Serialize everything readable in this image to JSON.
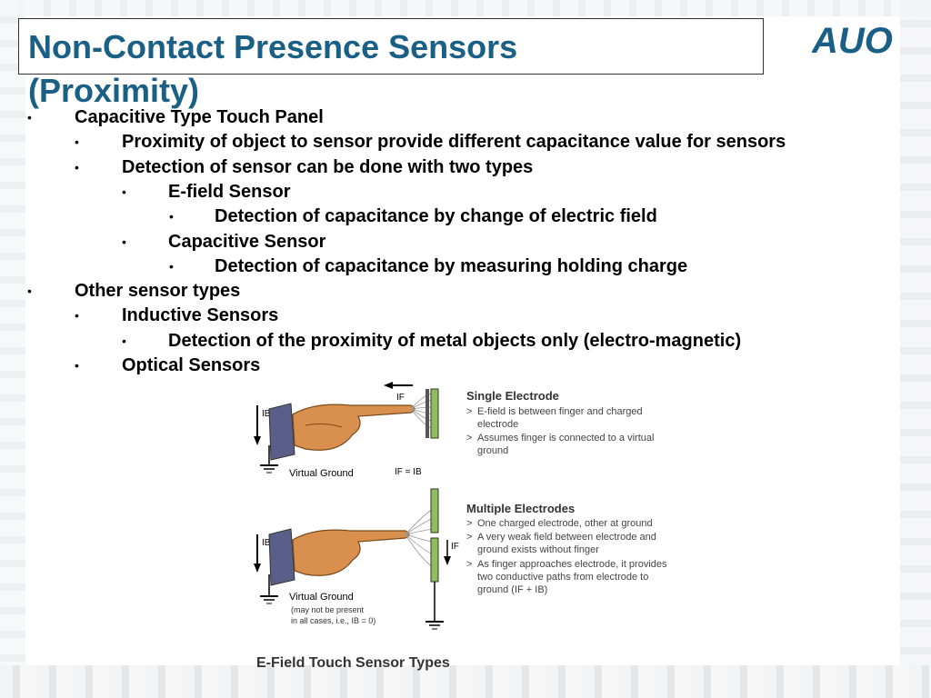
{
  "title": "Non-Contact Presence Sensors (Proximity)",
  "logo_text": "AUO",
  "bullets": [
    {
      "level": 1,
      "text": "Capacitive Type Touch Panel"
    },
    {
      "level": 2,
      "text": "Proximity of object to sensor provide different capacitance value for sensors"
    },
    {
      "level": 2,
      "text": "Detection of sensor can be done with two types"
    },
    {
      "level": 3,
      "text": "E-field Sensor"
    },
    {
      "level": 4,
      "text": "Detection of capacitance by change of electric field"
    },
    {
      "level": 3,
      "text": "Capacitive Sensor"
    },
    {
      "level": 4,
      "text": "Detection of capacitance by measuring holding charge"
    },
    {
      "level": 1,
      "text": "Other sensor types"
    },
    {
      "level": 2,
      "text": "Inductive Sensors"
    },
    {
      "level": 3,
      "text": "Detection of the proximity of metal objects only (electro-magnetic)"
    },
    {
      "level": 2,
      "text": "Optical Sensors"
    }
  ],
  "bullet_char": "•",
  "figure": {
    "caption": "E-Field Touch Sensor Types",
    "single": {
      "heading": "Single Electrode",
      "points": [
        "E-field is between finger and charged electrode",
        "Assumes finger is connected to a virtual ground"
      ],
      "ground_label": "Virtual Ground",
      "current_eq": "IF = IB",
      "if_label": "IF",
      "ib_label": "IB"
    },
    "multiple": {
      "heading": "Multiple Electrodes",
      "points": [
        "One charged electrode, other at ground",
        "A very weak field between electrode and ground exists without finger",
        "As finger approaches electrode, it provides two conductive paths from electrode to ground (IF + IB)"
      ],
      "ground_label": "Virtual Ground",
      "ground_note": "(may not be present in all cases, i.e., IB = 0)",
      "if_label": "IF",
      "ib_label": "IB"
    }
  },
  "colors": {
    "title": "#1a5f86",
    "electrode": "#8fbf5a",
    "skin": "#d9904e",
    "sleeve": "#5a5f8a"
  }
}
